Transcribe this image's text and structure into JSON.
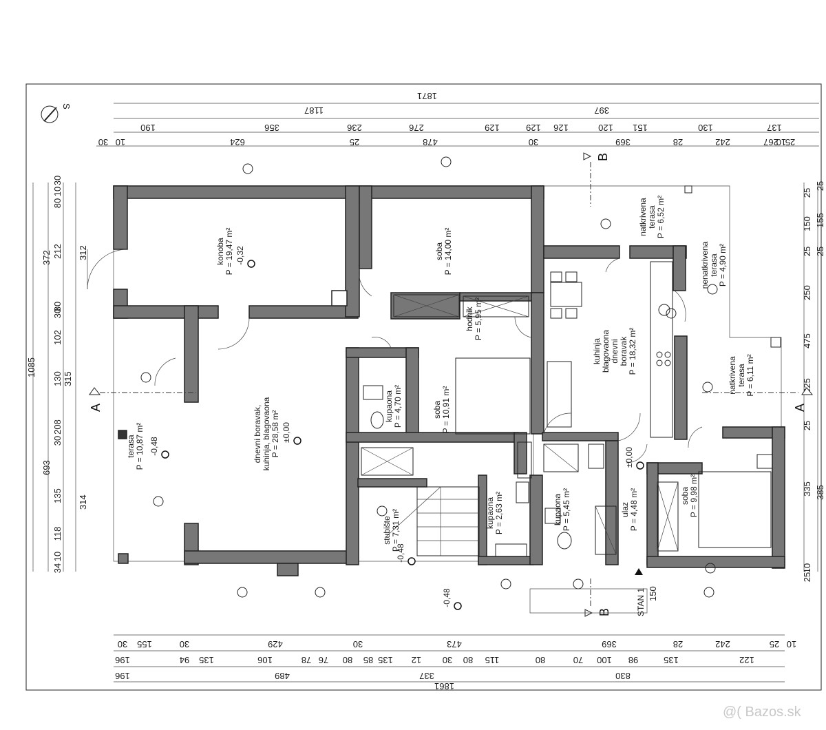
{
  "compass": {
    "label": "S"
  },
  "dims_top": {
    "total": "1871",
    "row2": [
      "1187",
      "397"
    ],
    "row3": [
      "190",
      "356",
      "236",
      "276",
      "129",
      "129",
      "126",
      "120",
      "151",
      "130",
      "137"
    ],
    "row4": [
      "30",
      "10",
      "624",
      "25",
      "478",
      "30",
      "369",
      "28",
      "242",
      "267",
      "10",
      "25"
    ]
  },
  "dims_left": {
    "total": "1085",
    "row2": [
      "372",
      "315",
      "693"
    ],
    "row3": [
      "80",
      "212",
      "80",
      "102",
      "130",
      "208",
      "135",
      "118",
      "30",
      "10",
      "30",
      "30",
      "10",
      "34"
    ],
    "row4": [
      "312",
      "314"
    ]
  },
  "dims_right": {
    "row1": [
      "25",
      "150",
      "25",
      "250",
      "475",
      "225",
      "25",
      "335",
      "10",
      "25"
    ],
    "row2": [
      "25",
      "155",
      "25",
      "385"
    ]
  },
  "dims_bottom": {
    "total": "1861",
    "row2": [
      "196",
      "489",
      "337",
      "830"
    ],
    "row3": [
      "196",
      "94",
      "135",
      "106",
      "78",
      "76",
      "80",
      "85",
      "135",
      "12",
      "30",
      "80",
      "115",
      "80",
      "70",
      "100",
      "98",
      "135",
      "122"
    ],
    "row4": [
      "30",
      "155",
      "30",
      "429",
      "30",
      "473",
      "369",
      "28",
      "242",
      "10",
      "25"
    ]
  },
  "rooms": [
    {
      "name": "konoba",
      "area": "P = 19,47 m²"
    },
    {
      "name": "soba",
      "area": "P = 14,00 m²"
    },
    {
      "name": "natkrivena terasa",
      "area": "P = 6,52 m²"
    },
    {
      "name": "nenatkrivena terasa",
      "area": "P = 4,90 m²"
    },
    {
      "name": "hodnik",
      "area": "P = 5,95 m²"
    },
    {
      "name": "kuhinja blagovaona dnevni boravak",
      "area": "P = 18,32 m²"
    },
    {
      "name": "natkrivena terasa",
      "area": "P = 6,11 m²"
    },
    {
      "name": "dnevni boravak, kuhinja, blagovaona",
      "area": "P = 28,58 m²"
    },
    {
      "name": "kupaona",
      "area": "P = 4,70 m²"
    },
    {
      "name": "soba",
      "area": "P = 10,91 m²"
    },
    {
      "name": "terasa",
      "area": "P = 10,87 m²"
    },
    {
      "name": "stubište",
      "area": "P = 7,31 m²"
    },
    {
      "name": "kupaona",
      "area": "P = 2,63 m²"
    },
    {
      "name": "kupaona",
      "area": "P = 5,45 m²"
    },
    {
      "name": "ulaz",
      "area": "P = 4,48 m²"
    },
    {
      "name": "soba",
      "area": "P = 9,98 m²"
    }
  ],
  "levels": [
    "-0,32",
    "±0,00",
    "-0,48",
    "-0,48",
    "±0,00",
    "-0,48"
  ],
  "section_marks": {
    "a": "A",
    "b": "B"
  },
  "stan_label": "STAN 1",
  "side_note": "150",
  "watermark": "@( Bazos.sk"
}
